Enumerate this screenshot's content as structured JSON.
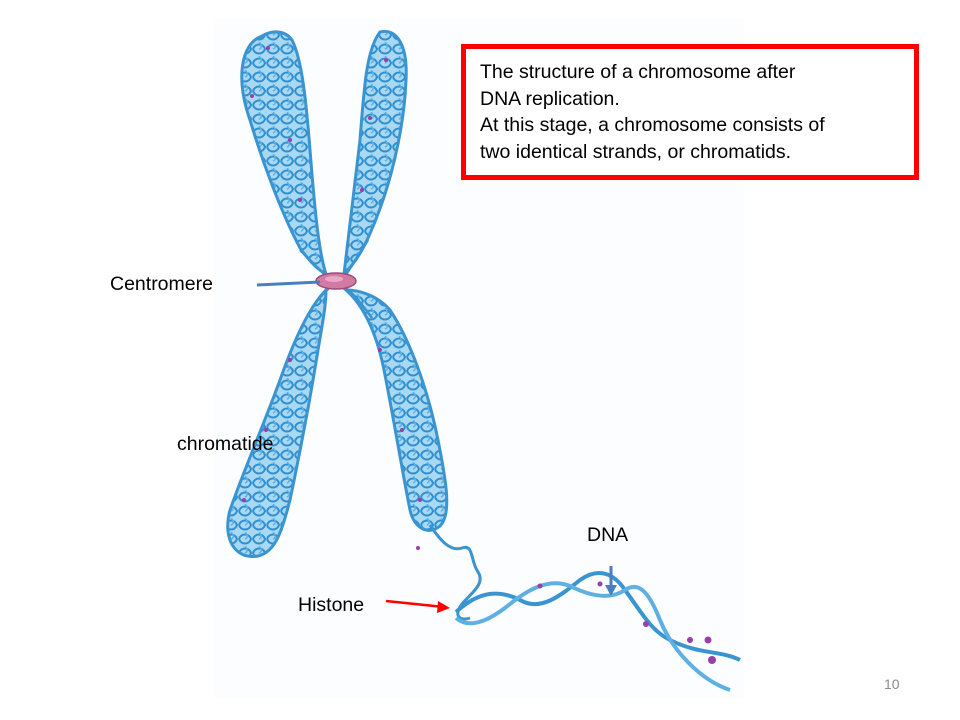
{
  "caption": {
    "lines": [
      "The structure of a chromosome after",
      "DNA replication.",
      "At this stage, a chromosome consists of",
      "two identical strands, or chromatids."
    ]
  },
  "labels": {
    "centromere": "Centromere",
    "chromatide": "chromatide",
    "dna": "DNA",
    "histone": "Histone"
  },
  "page_number": "10",
  "colors": {
    "chromatid_fill": "#8cc8ec",
    "chromatid_stroke": "#3a94d0",
    "histone_dot": "#9b3fa8",
    "centromere": "#d17aa3",
    "caption_border": "#ff0000",
    "leader_blue": "#4a7fbf",
    "leader_red": "#ff0000"
  }
}
